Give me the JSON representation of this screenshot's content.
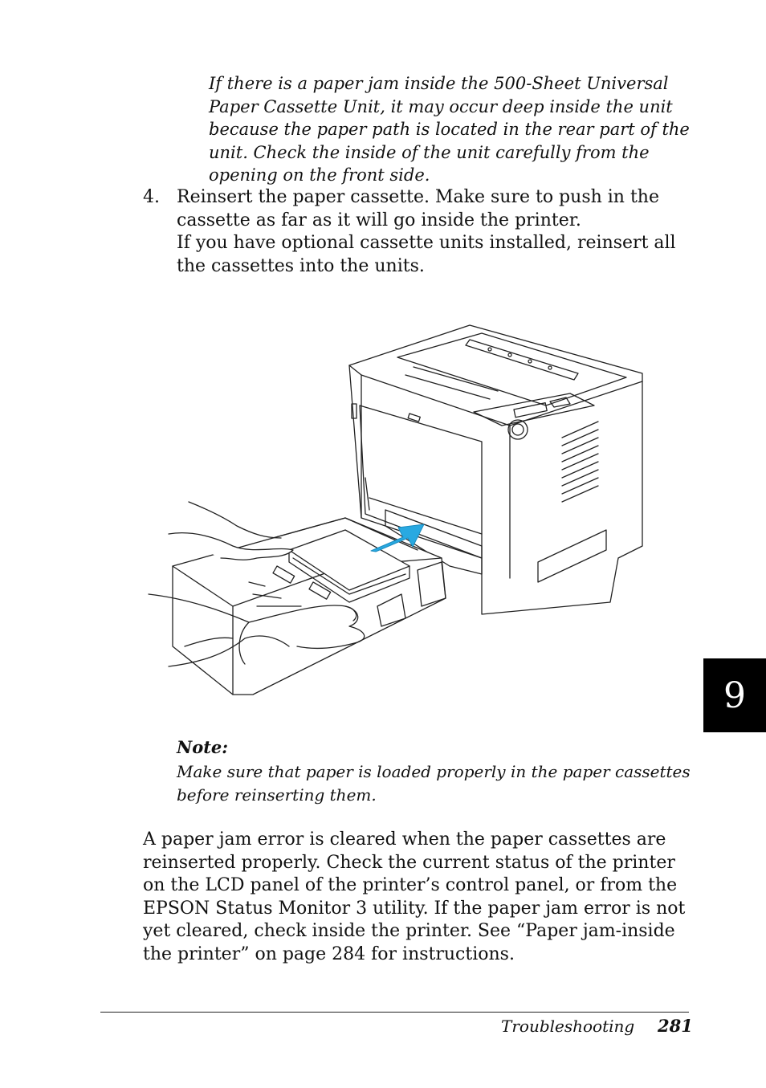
{
  "intro_note": "If there is a paper jam inside the 500-Sheet Universal Paper Cassette Unit, it may occur deep inside the unit because the paper path is located in the rear part of the unit. Check the inside of the unit carefully from the opening on the front side.",
  "step": {
    "number": "4.",
    "line1": "Reinsert the paper cassette. Make sure to push in the cassette as far as it will go inside the printer.",
    "line2": "If you have optional cassette units installed, reinsert all the cassettes into the units."
  },
  "note": {
    "title": "Note:",
    "body": "Make sure that paper is loaded properly in the paper cassettes before reinserting them."
  },
  "paragraph": "A paper jam error is cleared when the paper cassettes are reinserted properly. Check the current status of the printer on the LCD panel of the printer’s control panel, or from the EPSON Status Monitor 3 utility. If the paper jam error is not yet cleared, check inside the printer. See “Paper jam-inside the printer” on page 284 for instructions.",
  "footer": {
    "section": "Troubleshooting",
    "page": "281"
  },
  "chapter_tab": "9",
  "colors": {
    "arrow": "#29a9e1",
    "line_art": "#222222"
  }
}
